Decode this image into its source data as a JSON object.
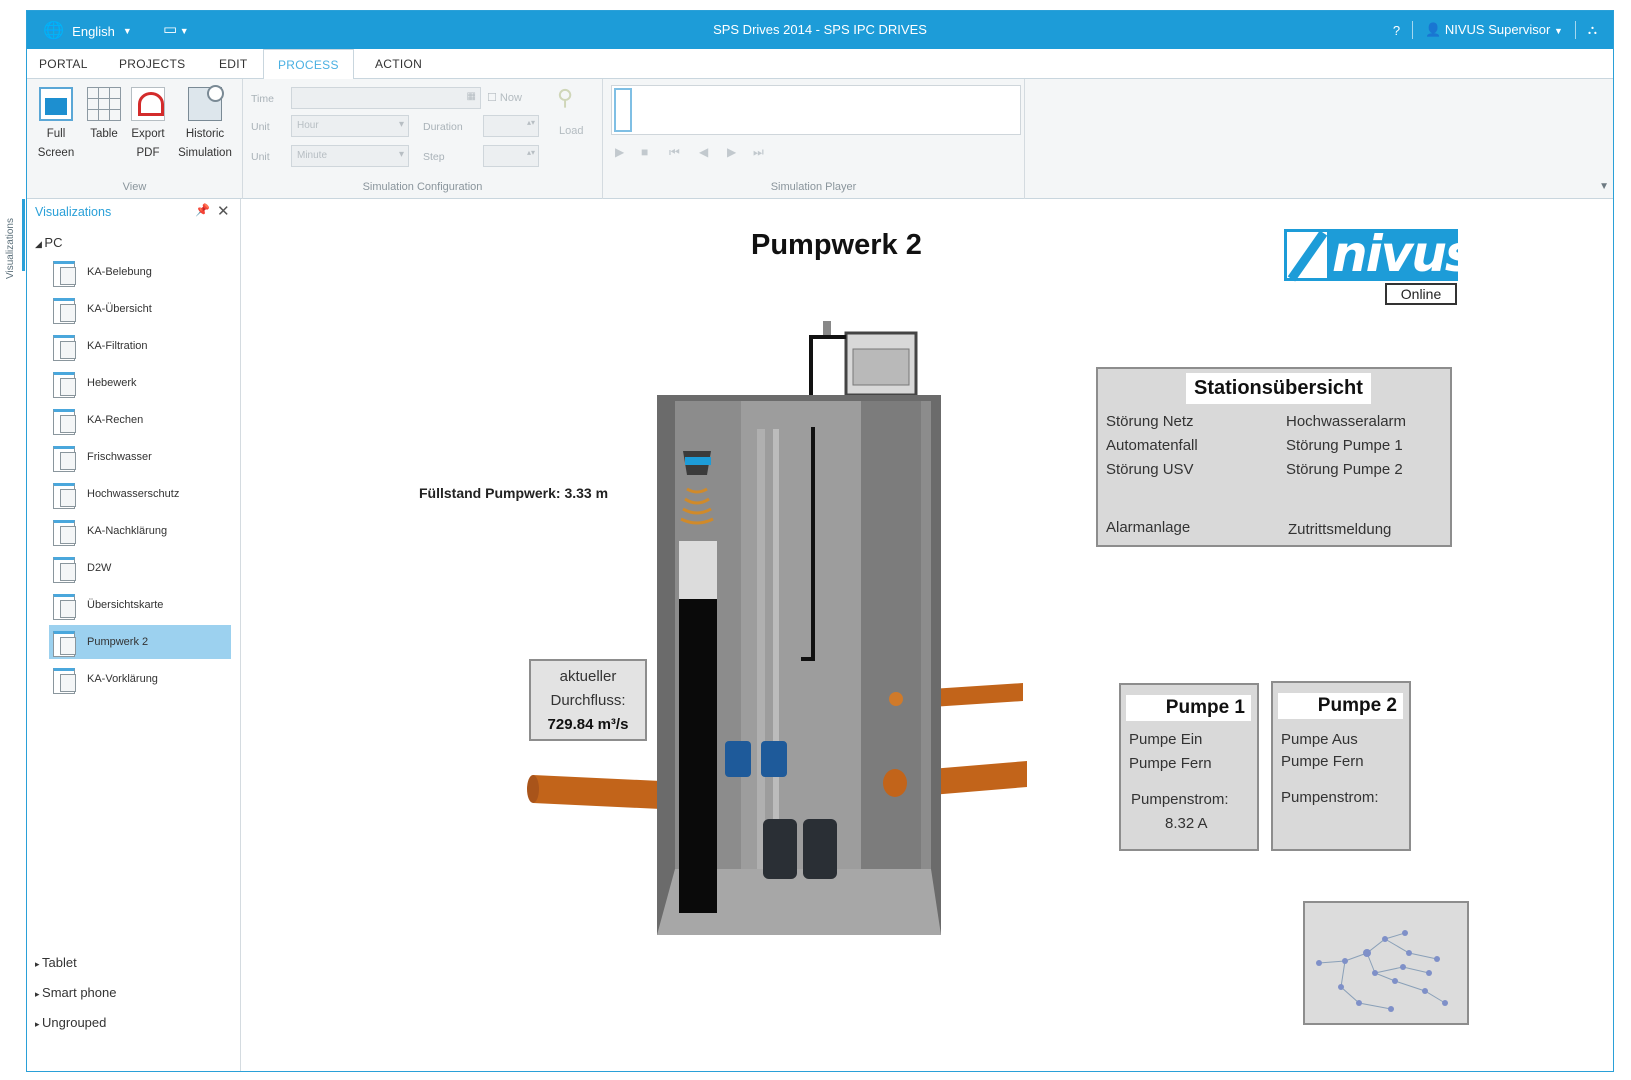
{
  "titlebar": {
    "language": "English",
    "title": "SPS Drives 2014 - SPS IPC DRIVES",
    "help": "?",
    "user": "NIVUS Supervisor"
  },
  "menu": {
    "tabs": [
      {
        "label": "PORTAL"
      },
      {
        "label": "PROJECTS"
      },
      {
        "label": "EDIT"
      },
      {
        "label": "PROCESS",
        "active": true
      },
      {
        "label": "ACTION"
      }
    ]
  },
  "ribbon": {
    "view": {
      "label": "View",
      "buttons": [
        {
          "line1": "Full",
          "line2": "Screen",
          "icon": "full-screen-icon"
        },
        {
          "line1": "Table",
          "line2": "",
          "icon": "table-icon"
        },
        {
          "line1": "Export",
          "line2": "PDF",
          "icon": "pdf-icon"
        },
        {
          "line1": "Historic",
          "line2": "Simulation",
          "icon": "historic-simulation-icon"
        }
      ]
    },
    "simulation_configuration": {
      "label": "Simulation Configuration",
      "time_label": "Time",
      "unit_label_1": "Unit",
      "unit_value_1": "Hour",
      "unit_label_2": "Unit",
      "unit_value_2": "Minute",
      "now_label": "Now",
      "duration_label": "Duration",
      "step_label": "Step",
      "load_label": "Load"
    },
    "simulation_player": {
      "label": "Simulation Player"
    }
  },
  "sidebar": {
    "vertical_tab": "Visualizations",
    "title": "Visualizations",
    "root": "PC",
    "items": [
      {
        "label": "KA-Belebung"
      },
      {
        "label": "KA-Übersicht"
      },
      {
        "label": "KA-Filtration"
      },
      {
        "label": "Hebewerk"
      },
      {
        "label": "KA-Rechen"
      },
      {
        "label": "Frischwasser"
      },
      {
        "label": "Hochwasserschutz"
      },
      {
        "label": "KA-Nachklärung"
      },
      {
        "label": "D2W"
      },
      {
        "label": "Übersichtskarte"
      },
      {
        "label": "Pumpwerk 2",
        "selected": true
      },
      {
        "label": "KA-Vorklärung"
      }
    ],
    "groups": [
      {
        "label": "Tablet"
      },
      {
        "label": "Smart phone"
      },
      {
        "label": "Ungrouped"
      }
    ]
  },
  "canvas": {
    "title": "Pumpwerk 2",
    "logo_text": "nivus",
    "status": "Online",
    "level_label": "Füllstand Pumpwerk: 3.33 m",
    "level_fraction": 0.12,
    "flow": {
      "line1": "aktueller",
      "line2": "Durchfluss:",
      "value": "729.84 m³/s"
    },
    "station": {
      "title": "Stationsübersicht",
      "left": [
        "Störung Netz",
        "Automatenfall",
        "Störung USV",
        "Alarmanlage"
      ],
      "right": [
        "Hochwasseralarm",
        "Störung Pumpe 1",
        "Störung Pumpe 2",
        "Zutrittsmeldung"
      ]
    },
    "pump1": {
      "title": "Pumpe 1",
      "state": "Pumpe Ein",
      "mode": "Pumpe Fern",
      "current_label": "Pumpenstrom:",
      "current_value": "8.32 A"
    },
    "pump2": {
      "title": "Pumpe 2",
      "state": "Pumpe Aus",
      "mode": "Pumpe Fern",
      "current_label": "Pumpenstrom:",
      "current_value": ""
    }
  },
  "colors": {
    "accent": "#1d9cd8",
    "selected": "#9cd1ef",
    "pipe": "#c2641a",
    "shaft": "#6b6b6b"
  }
}
